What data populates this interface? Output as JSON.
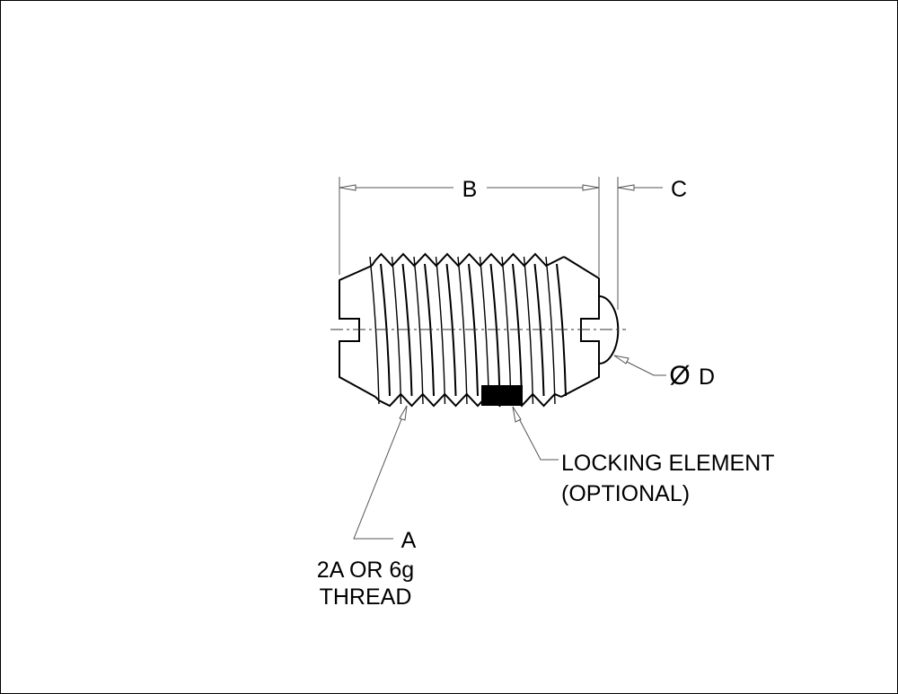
{
  "labels": {
    "dim_b": "B",
    "dim_c": "C",
    "dim_d_symbol": "Ø",
    "dim_d": "D",
    "thread_a": "A",
    "thread_spec_1": "2A OR 6g",
    "thread_spec_2": "THREAD",
    "locking_1": "LOCKING ELEMENT",
    "locking_2": "(OPTIONAL)"
  },
  "colors": {
    "line": "#000000",
    "dim_line": "#555555",
    "locking_element": "#000000"
  }
}
